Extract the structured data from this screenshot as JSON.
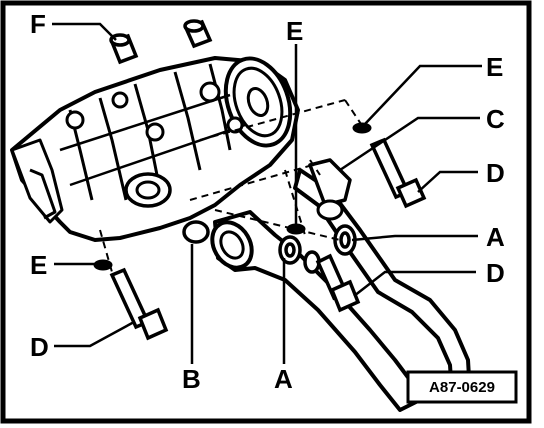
{
  "figure_code": "A87-0629",
  "labels": {
    "a_right": "A",
    "a_bottom": "A",
    "b": "B",
    "c": "C",
    "d_upper": "D",
    "d_mid": "D",
    "d_left": "D",
    "e_top": "E",
    "e_upper_right": "E",
    "e_left": "E",
    "f": "F"
  },
  "colors": {
    "ink": "#000000",
    "paper": "#ffffff"
  }
}
